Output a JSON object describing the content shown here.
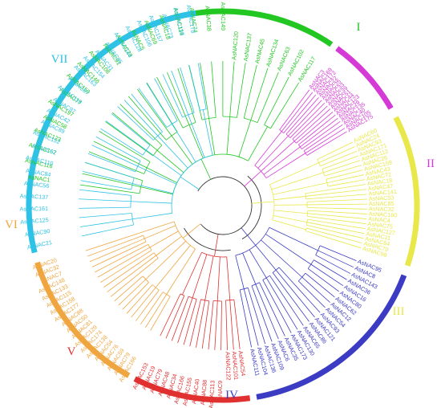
{
  "tree": {
    "trunk_color": "#333333",
    "groups": [
      {
        "id": "I",
        "label": "I",
        "color": "#22c722",
        "leaves": [
          "AsNAC1",
          "AsNAC116",
          "AsNAC167",
          "AsNAC123",
          "AsNAC58",
          "AsNAC197",
          "AsNAC77",
          "AsNAC150",
          "AsNAC146",
          "AsNAC108",
          "AsNAC91",
          "AsNAC29",
          "AsNAC5",
          "AsNAC69",
          "AsNAC18",
          "AsNAC114",
          "AsNAC74",
          "AsNAC38",
          "AsNAC149",
          "AsNAC120",
          "AsNAC137",
          "AsNAC45",
          "AsNAC134",
          "AsNAC63",
          "AsNAC102",
          "AsNAC117"
        ]
      },
      {
        "id": "II",
        "label": "II",
        "color": "#d63ad6",
        "leaves": [
          "AsNAC3",
          "AsNAC169",
          "AsNAC172",
          "AsNAC22",
          "AsNAC25",
          "AsNAC33",
          "AsNAC39",
          "AsNAC51",
          "AsNAC44",
          "AsNAC123",
          "AsNAC29",
          "AsNAC135",
          "AsNAC40",
          "AsNAC105",
          "AsNAC175"
        ]
      },
      {
        "id": "III",
        "label": "III",
        "color": "#e8e84a",
        "leaves": [
          "AsNAC60",
          "AsNAC24",
          "AsNAC93",
          "AsNAC171",
          "AsNAC112",
          "AsNAC26",
          "AsNAC159",
          "AsNAC43",
          "AsNAC72",
          "AsNAC18",
          "AsNAC47",
          "AsNAC141",
          "AsNAC53",
          "AsNAC85",
          "AsNAC32",
          "AsNAC160",
          "AsNAC4",
          "AsNAC75",
          "AsNAC127",
          "AsNAC11",
          "AsNAC64",
          "AsNAC70",
          "AsNAC98"
        ]
      },
      {
        "id": "IV",
        "label": "IV",
        "color": "#3b3bc4",
        "leaves": [
          "AsNAC95",
          "AsNAC8",
          "AsNAC143",
          "AsNAC36",
          "AsNAC16",
          "AsNAC80",
          "AsNAC62",
          "AsNAC12",
          "AsNAC54",
          "AsNAC93",
          "AsNAC121",
          "AsNAC86",
          "AsNAC65",
          "AsNAC130",
          "AsNAC173",
          "AsNAC35",
          "AsNAC6",
          "AsNAC109",
          "AsNAC136",
          "AsNAC104",
          "AsNAC111"
        ]
      },
      {
        "id": "V",
        "label": "V",
        "color": "#e03030",
        "leaves": [
          "AsNAC54",
          "AsNAC101",
          "AsNAC122",
          "AsNAC9",
          "AsNAC113",
          "AsNAC88",
          "AsNAC40",
          "AsNAC155",
          "AsNAC166",
          "AsNAC34",
          "AsNAC48",
          "AsNAC79",
          "AsNAC19",
          "AsNAC153"
        ]
      },
      {
        "id": "VI",
        "label": "VI",
        "color": "#f0a640",
        "leaves": [
          "AsNAC166",
          "AsNAC79",
          "AsNAC59",
          "AsNAC76",
          "AsNAC54",
          "AsNAC138",
          "AsNAC174",
          "AsNAC129",
          "AsNAC81",
          "AsNAC50",
          "AsNAC88",
          "AsNAC177",
          "AsNAC158",
          "AsNAC115",
          "AsNAC133",
          "AsNAC148",
          "AsNAC7",
          "AsNAC32",
          "AsNAC20"
        ]
      },
      {
        "id": "VII",
        "label": "VII",
        "color": "#2ec2e6",
        "leaves": [
          "AsNAC21",
          "AsNAC90",
          "AsNAC125",
          "AsNAC161",
          "AsNAC137",
          "AsNAC56",
          "AsNAC84",
          "AsNAC110",
          "AsNAC62",
          "AsNAC152",
          "AsNAC89",
          "AsNAC42",
          "AsNAC97",
          "AsNAC118",
          "AsNAC67",
          "AsNAC163",
          "AsNAC154",
          "AsNAC31",
          "AsNAC95",
          "AsNAC144",
          "AsNAC128",
          "AsNAC106",
          "AsNAC157",
          "AsNAC73",
          "AsNAC139",
          "AsNAC178"
        ]
      }
    ]
  }
}
